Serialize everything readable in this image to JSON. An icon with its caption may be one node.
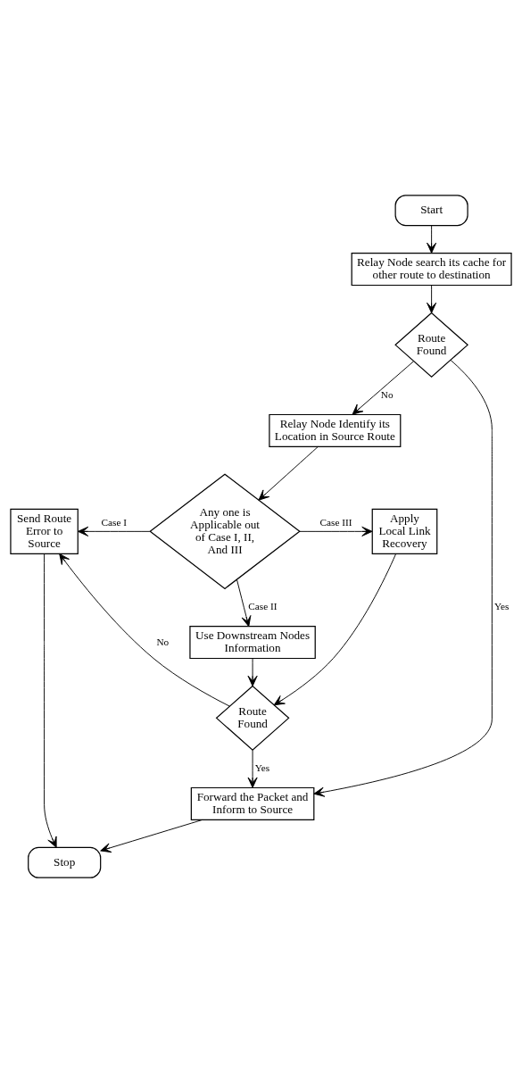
{
  "diagram": {
    "nodes": [
      {
        "text": [
          "Start"
        ]
      },
      {
        "text": [
          "Relay Node search its cache for other route to destination"
        ]
      },
      {
        "text": [
          "Route Found"
        ]
      },
      {
        "text": [
          "Relay Node Identify its Location in Source Route"
        ]
      },
      {
        "text": [
          "Any one is Applicable out of Case I, II, And III"
        ]
      },
      {
        "text": [
          "Send Route Error to Source"
        ]
      },
      {
        "text": [
          "Apply Local Link Recovery"
        ]
      },
      {
        "text": [
          "Use Downstream Nodes Information"
        ]
      },
      {
        "text": [
          "Route Found"
        ]
      },
      {
        "text": [
          "Forward the Packet and Inform to Source"
        ]
      },
      {
        "text": [
          "Stop"
        ]
      }
    ],
    "edges": [
      {
        "from": 0,
        "to": 1,
        "arrow": "to"
      },
      {
        "from": 1,
        "to": 2,
        "arrow": "to"
      },
      {
        "from": 2,
        "to": 9,
        "arrow": "to",
        "label": "Yes"
      },
      {
        "from": 2,
        "to": 3,
        "arrow": "to",
        "label": "No"
      },
      {
        "from": 3,
        "to": 4,
        "arrow": "to"
      },
      {
        "from": 4,
        "to": 5,
        "arrow": "to",
        "label": "Case I"
      },
      {
        "from": 4,
        "to": 6,
        "arrow": "to",
        "label": "Case III"
      },
      {
        "from": 4,
        "to": 7,
        "arrow": "to",
        "label": "Case II"
      },
      {
        "from": 7,
        "to": 8,
        "arrow": "to"
      },
      {
        "from": 6,
        "to": 8,
        "arrow": "to"
      },
      {
        "from": 8,
        "to": 5,
        "arrow": "to",
        "label": "No"
      },
      {
        "from": 8,
        "to": 9,
        "arrow": "to",
        "label": "Yes"
      },
      {
        "from": 5,
        "to": 10,
        "arrow": "to"
      },
      {
        "from": 9,
        "to": 10,
        "arrow": "to"
      }
    ]
  }
}
